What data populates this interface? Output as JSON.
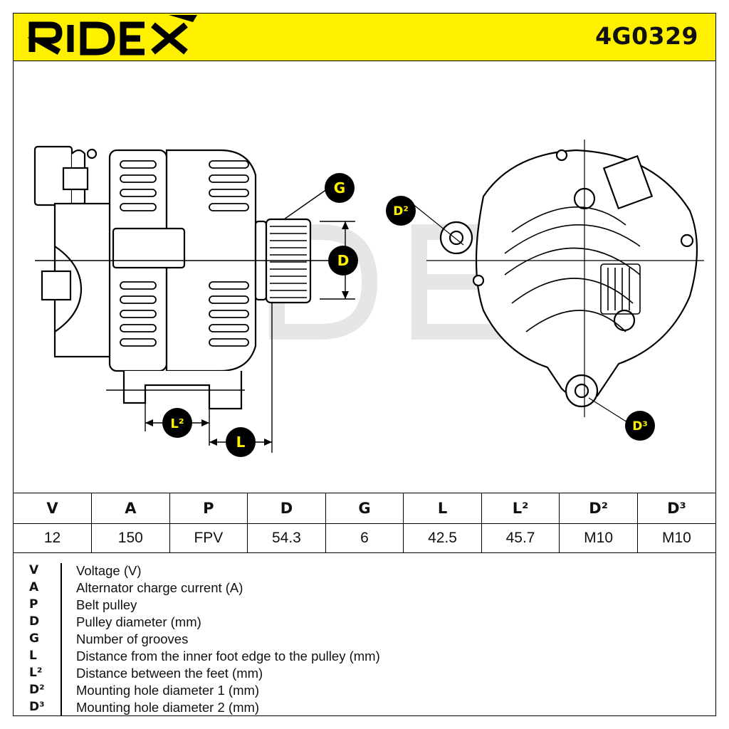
{
  "header": {
    "brand": "RIDEX",
    "part_number": "4G0329",
    "background": "#fff000"
  },
  "drawing": {
    "callouts": {
      "g": "G",
      "d": "D",
      "d2": "D²",
      "d3": "D³",
      "l": "L",
      "l2": "L²"
    }
  },
  "specs": {
    "headers": [
      "V",
      "A",
      "P",
      "D",
      "G",
      "L",
      "L²",
      "D²",
      "D³"
    ],
    "values": [
      "12",
      "150",
      "FPV",
      "54.3",
      "6",
      "42.5",
      "45.7",
      "M10",
      "M10"
    ]
  },
  "legend": [
    {
      "symbol": "V",
      "description": "Voltage (V)"
    },
    {
      "symbol": "A",
      "description": "Alternator charge current (A)"
    },
    {
      "symbol": "P",
      "description": "Belt pulley"
    },
    {
      "symbol": "D",
      "description": "Pulley diameter (mm)"
    },
    {
      "symbol": "G",
      "description": "Number of grooves"
    },
    {
      "symbol": "L",
      "description": "Distance from the inner foot edge to the pulley (mm)"
    },
    {
      "symbol": "L²",
      "description": "Distance between the feet (mm)"
    },
    {
      "symbol": "D²",
      "description": "Mounting hole diameter 1 (mm)"
    },
    {
      "symbol": "D³",
      "description": "Mounting hole diameter 2 (mm)"
    }
  ]
}
